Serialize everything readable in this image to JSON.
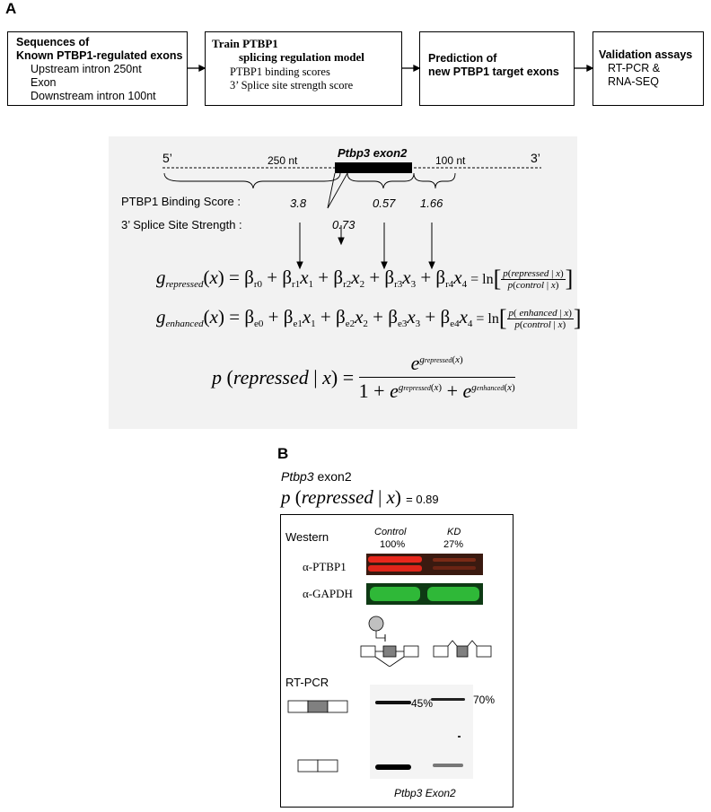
{
  "panel_a": {
    "letter": "A",
    "flow": {
      "box1": {
        "title1": "Sequences of",
        "title2": "Known PTBP1-regulated exons",
        "items": [
          "Upstream intron 250nt",
          "Exon",
          "Downstream intron 100nt"
        ]
      },
      "box2": {
        "title1": "Train PTBP1",
        "title2": "splicing regulation model",
        "items": [
          "PTBP1 binding scores",
          "3’ Splice site strength score"
        ]
      },
      "box3": {
        "title1": "Prediction of",
        "title2": "new PTBP1 target exons"
      },
      "box4": {
        "title": "Validation assays",
        "items": [
          "RT-PCR &",
          "RNA-SEQ"
        ]
      }
    },
    "diagram": {
      "five_prime": "5’",
      "three_prime": "3’",
      "upstream_len": "250 nt",
      "downstream_len": "100 nt",
      "exon_label": "Ptbp3  exon2",
      "binding_label": "PTBP1  Binding Score :",
      "splice_label": "3’ Splice Site Strength :",
      "scores": {
        "x1": "3.8",
        "x2": "0.73",
        "x3": "0.57",
        "x4": "1.66"
      }
    },
    "equations": {
      "g_repressed": "g",
      "repressed_sub": "repressed",
      "enhanced_sub": "enhanced",
      "p_label": "p",
      "repressed_word": "repressed",
      "enhanced_word": "enhanced",
      "control_word": "control"
    }
  },
  "panel_b": {
    "letter": "B",
    "gene": "Ptbp3",
    "exon": " exon2",
    "p_value": "= 0.89",
    "western": "Western",
    "control": "Control",
    "control_pct": "100%",
    "kd": "KD",
    "kd_pct": "27%",
    "alpha_ptbp1": "α-PTBP1",
    "alpha_gapdh": "α-GAPDH",
    "rt_pcr": "RT-PCR",
    "pct_control": "45%",
    "pct_kd": "70%",
    "caption": "Ptbp3 Exon2"
  },
  "colors": {
    "panel_bg": "#f2f2f2",
    "exon": "#000000",
    "western_red": "#e8271c",
    "western_green": "#2fb838",
    "mini_exon": "#808080"
  }
}
